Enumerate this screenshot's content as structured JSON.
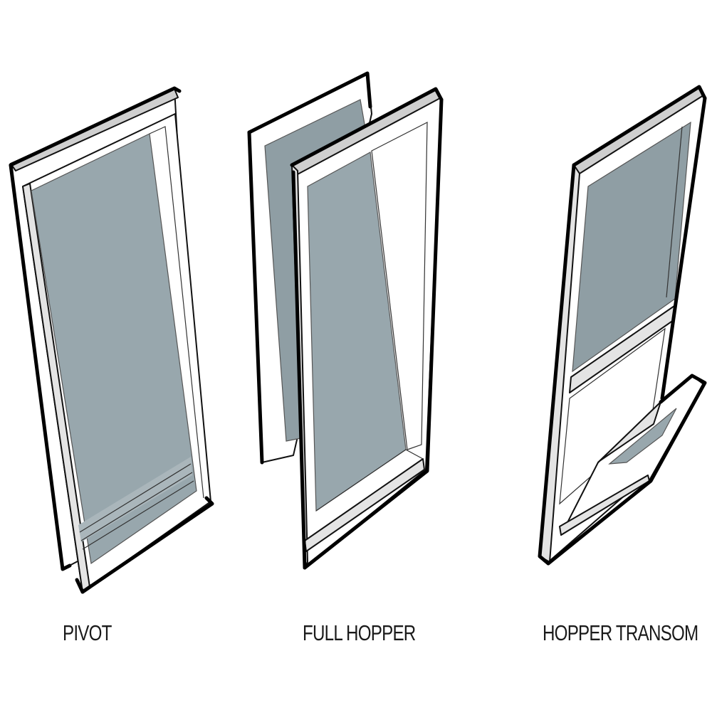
{
  "labels": {
    "pivot": "PIVOT",
    "full_hopper": "FULL HOPPER",
    "hopper_transom": "HOPPER TRANSOM"
  },
  "colors": {
    "glass": "#98a7ad",
    "glass_dark": "#8c9aa0",
    "frame": "#ffffff",
    "frame_side": "#e6e6e6",
    "outline": "#111111",
    "text": "#1a1a1a"
  }
}
